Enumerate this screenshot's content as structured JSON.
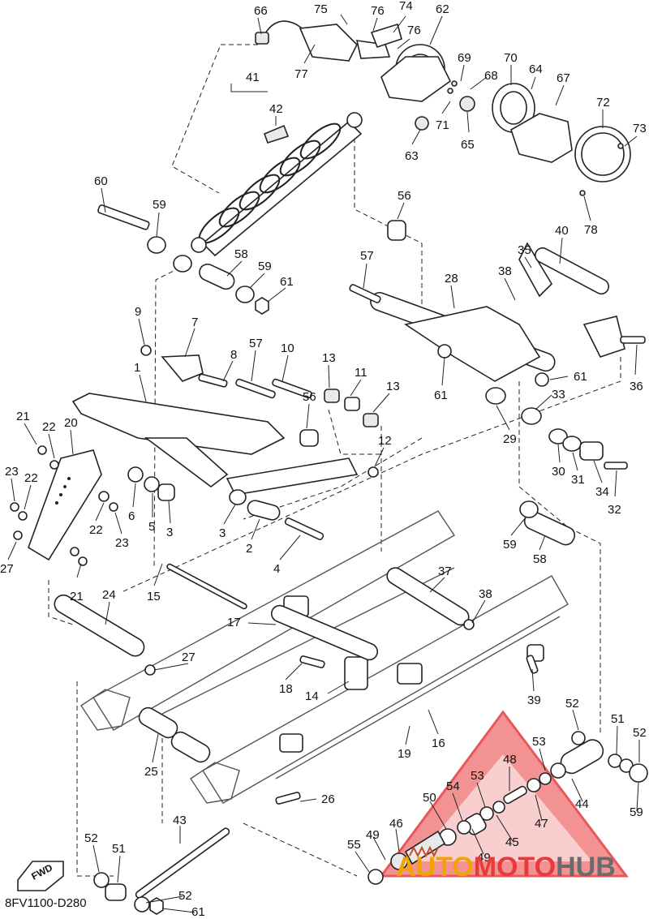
{
  "diagram_code": "8FV1100-D280",
  "fwd_label": "FWD",
  "watermark": {
    "part1": "AUTO",
    "part2": "MOTO",
    "part3": "HUB"
  },
  "colors": {
    "watermark_orange": "#f2a300",
    "watermark_red": "#e63b3b",
    "watermark_gray": "#6b6b6b"
  },
  "callouts": [
    "66",
    "75",
    "76",
    "74",
    "62",
    "76",
    "77",
    "69",
    "68",
    "70",
    "64",
    "67",
    "72",
    "73",
    "41",
    "42",
    "71",
    "65",
    "63",
    "78",
    "60",
    "59",
    "56",
    "57",
    "40",
    "35",
    "58",
    "59",
    "61",
    "38",
    "28",
    "9",
    "7",
    "8",
    "57",
    "10",
    "13",
    "11",
    "13",
    "61",
    "61",
    "36",
    "1",
    "56",
    "33",
    "29",
    "21",
    "22",
    "20",
    "12",
    "30",
    "31",
    "34",
    "23",
    "22",
    "6",
    "5",
    "3",
    "3",
    "2",
    "32",
    "22",
    "23",
    "59",
    "58",
    "27",
    "21",
    "4",
    "15",
    "37",
    "38",
    "24",
    "17",
    "27",
    "18",
    "14",
    "39",
    "52",
    "19",
    "16",
    "25",
    "51",
    "52",
    "53",
    "48",
    "26",
    "53",
    "54",
    "50",
    "47",
    "44",
    "59",
    "43",
    "49",
    "46",
    "45",
    "55",
    "52",
    "51",
    "49",
    "52",
    "61"
  ]
}
